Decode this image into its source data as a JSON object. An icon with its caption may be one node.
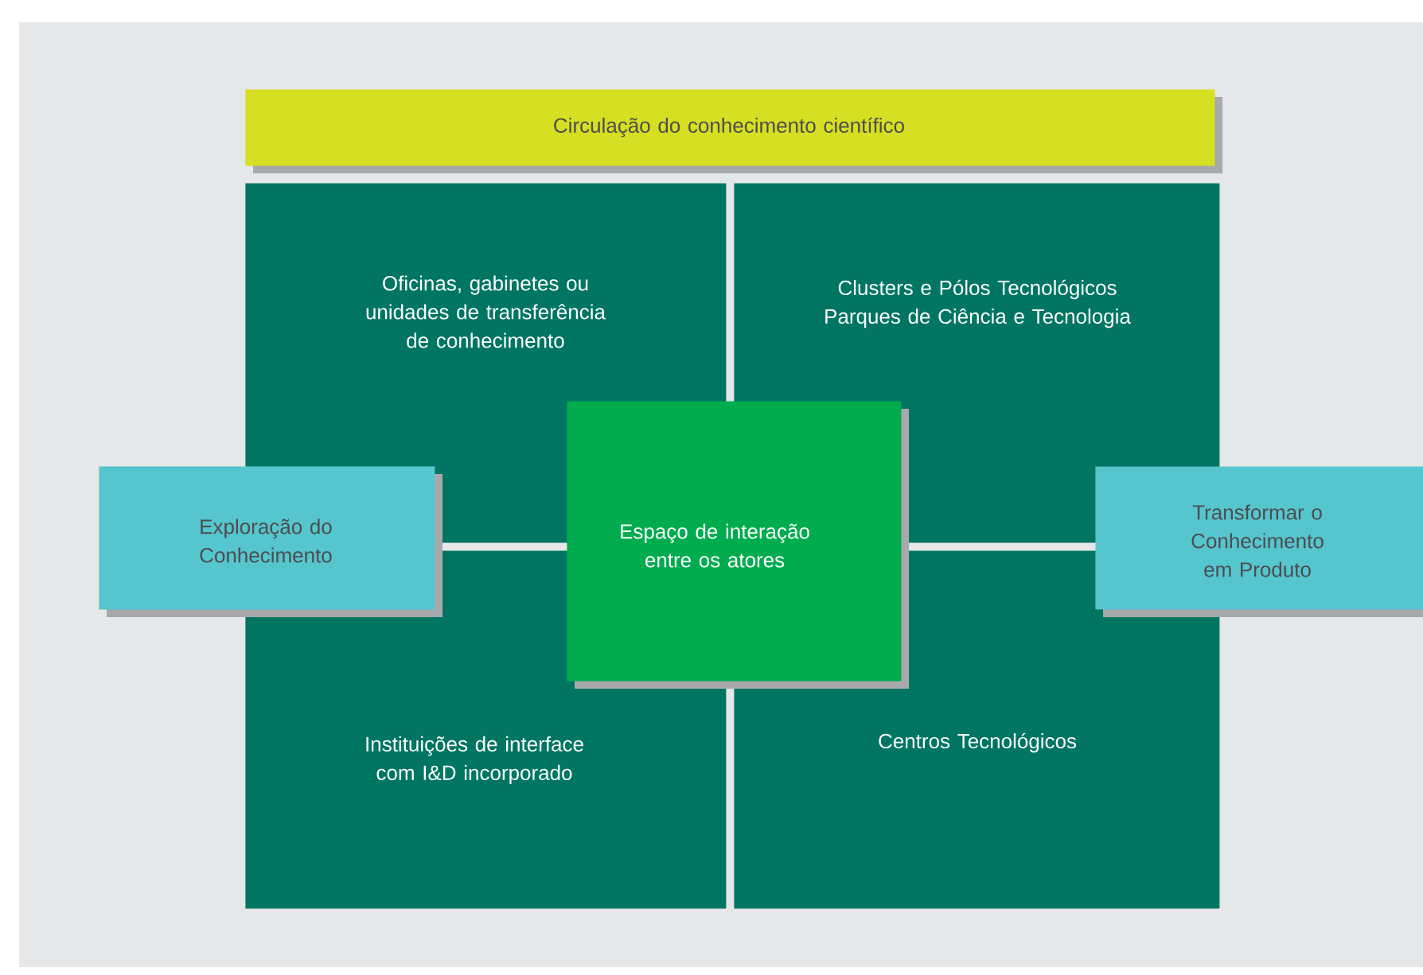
{
  "diagram": {
    "nodes": [
      {
        "text": [
          "Circulação do conhecimento científico"
        ]
      },
      {
        "text": [
          "Oficinas, gabinetes ou unidades de transferência de conhecimento"
        ]
      },
      {
        "text": [
          "Clusters e Pólos Tecnológicos Parques de Ciência e Tecnologia"
        ]
      },
      {
        "text": [
          "Espaço de interação entre os atores"
        ]
      },
      {
        "text": [
          "Exploração do Conhecimento"
        ]
      },
      {
        "text": [
          "Transformar o Conhecimento em Produto"
        ]
      },
      {
        "text": [
          "Instituições de interface com I&D incorporado"
        ]
      },
      {
        "text": [
          "Centros Tecnológicos"
        ]
      }
    ]
  }
}
